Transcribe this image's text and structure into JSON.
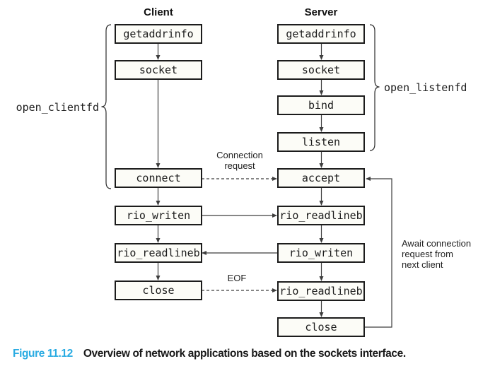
{
  "client": {
    "title": "Client",
    "brace_label": "open_clientfd",
    "boxes": [
      "getaddrinfo",
      "socket",
      "connect",
      "rio_writen",
      "rio_readlineb",
      "close"
    ]
  },
  "server": {
    "title": "Server",
    "brace_label": "open_listenfd",
    "boxes": [
      "getaddrinfo",
      "socket",
      "bind",
      "listen",
      "accept",
      "rio_readlineb",
      "rio_writen",
      "rio_readlineb",
      "close"
    ]
  },
  "annotations": {
    "connection_request_lines": [
      "Connection",
      "request"
    ],
    "eof": "EOF",
    "await_lines": [
      "Await connection",
      "request from",
      "next client"
    ]
  },
  "caption": {
    "figure_label": "Figure 11.12",
    "text": "Overview of network applications based on the sockets interface."
  },
  "colors": {
    "figure_label_accent": "#29abe2",
    "diagram_line": "#3d3d3d",
    "box_border": "#1c1c1c",
    "box_fill": "#fcfcf7"
  }
}
